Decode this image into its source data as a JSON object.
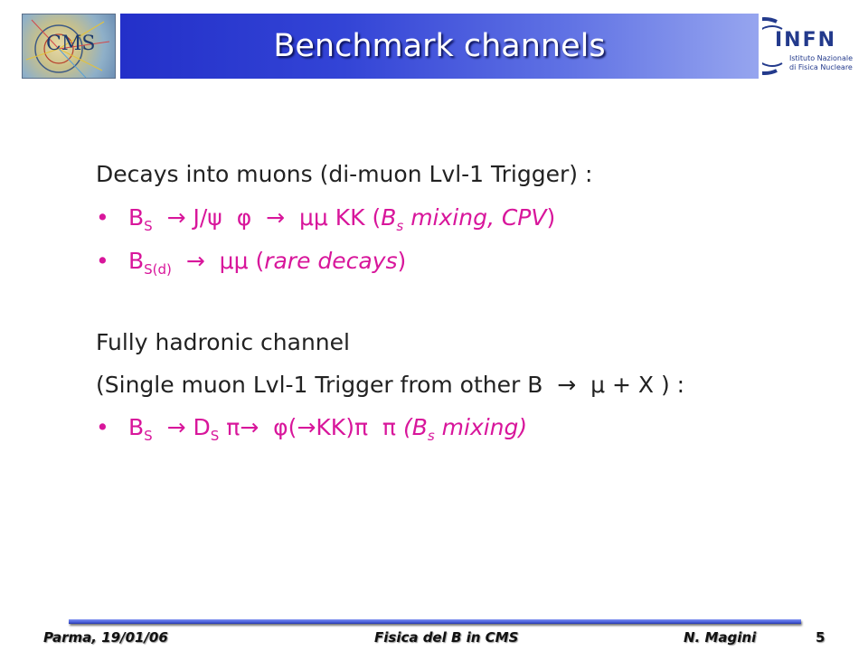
{
  "header": {
    "title": "Benchmark channels",
    "left_logo": {
      "text": "CMS"
    },
    "right_logo": {
      "brand": "INFN",
      "line1": "Istituto Nazionale",
      "line2": "di Fisica Nucleare"
    }
  },
  "content": {
    "section1": {
      "heading": "Decays into muons (di-muon Lvl-1 Trigger) :",
      "bullets": [
        {
          "b": "B",
          "b_sub": "S",
          "arrow1": "→",
          "jpsi": "J/ψ",
          "phi": "φ",
          "arrow2": "→",
          "mumu": "μμ",
          "kk": "KK",
          "open": "(",
          "bs": "B",
          "bs_sub": "s",
          "desc": "mixing, CPV",
          "close": ")"
        },
        {
          "b": "B",
          "b_sub": "S(d)",
          "arrow": "→",
          "mumu": "μμ",
          "open": "(",
          "desc": "rare decays",
          "close": ")"
        }
      ]
    },
    "section2": {
      "heading": "Fully hadronic channel",
      "subheading_pre": "(Single muon Lvl-1 Trigger from other B",
      "subheading_arrow": "→",
      "subheading_mu": "μ",
      "subheading_post": "+ X ) :",
      "bullets": [
        {
          "b": "B",
          "b_sub": "S",
          "arrow1": "→",
          "d": "D",
          "d_sub": "S",
          "pi1": "π",
          "arrow2": "→",
          "phi": "φ",
          "inner_open": "(",
          "arrow3": "→",
          "kk": "KK",
          "inner_close": ")",
          "pi2": "π",
          "pi3": "π",
          "open": "(",
          "bs": "B",
          "bs_sub": "s",
          "desc": "mixing",
          "close": ")"
        }
      ]
    }
  },
  "footer": {
    "left": "Parma, 19/01/06",
    "center": "Fisica del B in CMS",
    "author": "N. Magini",
    "page": "5"
  },
  "colors": {
    "accent": "#d8169b",
    "title_bar_start": "#2330c9",
    "title_bar_end": "#96a5ef",
    "footer_rule": "#4a5fdb",
    "body_text": "#222222"
  },
  "icons": {
    "left_logo": "cms-logo",
    "right_logo": "infn-logo",
    "bullet": "bullet-dot-icon"
  }
}
